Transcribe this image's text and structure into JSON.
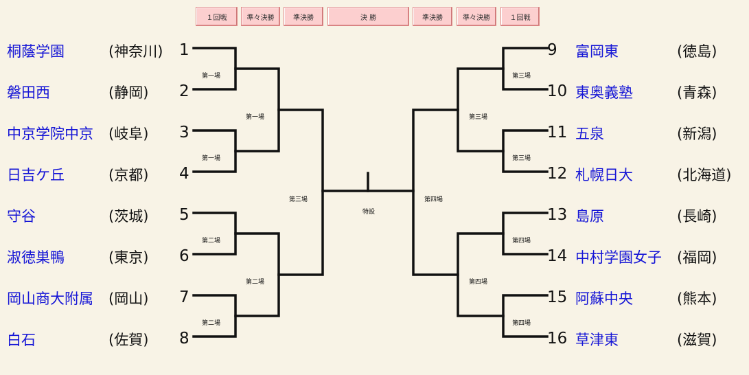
{
  "rounds": {
    "left_r1": "１回戦",
    "left_qf": "準々決勝",
    "left_sf": "準決勝",
    "final": "決 勝",
    "right_sf": "準決勝",
    "right_qf": "準々決勝",
    "right_r1": "１回戦"
  },
  "left_teams": [
    {
      "seed": "1",
      "name": "桐蔭学園",
      "pref": "(神奈川)"
    },
    {
      "seed": "2",
      "name": "磐田西",
      "pref": "(静岡)"
    },
    {
      "seed": "3",
      "name": "中京学院中京",
      "pref": "(岐阜)"
    },
    {
      "seed": "4",
      "name": "日吉ケ丘",
      "pref": "(京都)"
    },
    {
      "seed": "5",
      "name": "守谷",
      "pref": "(茨城)"
    },
    {
      "seed": "6",
      "name": "淑徳巣鴨",
      "pref": "(東京)"
    },
    {
      "seed": "7",
      "name": "岡山商大附属",
      "pref": "(岡山)"
    },
    {
      "seed": "8",
      "name": "白石",
      "pref": "(佐賀)"
    }
  ],
  "right_teams": [
    {
      "seed": "9",
      "name": "富岡東",
      "pref": "(徳島)"
    },
    {
      "seed": "10",
      "name": "東奥義塾",
      "pref": "(青森)"
    },
    {
      "seed": "11",
      "name": "五泉",
      "pref": "(新潟)"
    },
    {
      "seed": "12",
      "name": "札幌日大",
      "pref": "(北海道)"
    },
    {
      "seed": "13",
      "name": "島原",
      "pref": "(長崎)"
    },
    {
      "seed": "14",
      "name": "中村学園女子",
      "pref": "(福岡)"
    },
    {
      "seed": "15",
      "name": "阿蘇中央",
      "pref": "(熊本)"
    },
    {
      "seed": "16",
      "name": "草津東",
      "pref": "(滋賀)"
    }
  ],
  "venues": {
    "left_r1": [
      "第一場",
      "第一場",
      "第二場",
      "第二場"
    ],
    "left_qf": [
      "第一場",
      "第二場"
    ],
    "left_sf": "第三場",
    "final": "特設",
    "right_sf": "第四場",
    "right_qf": [
      "第三場",
      "第四場"
    ],
    "right_r1": [
      "第三場",
      "第三場",
      "第四場",
      "第四場"
    ]
  }
}
